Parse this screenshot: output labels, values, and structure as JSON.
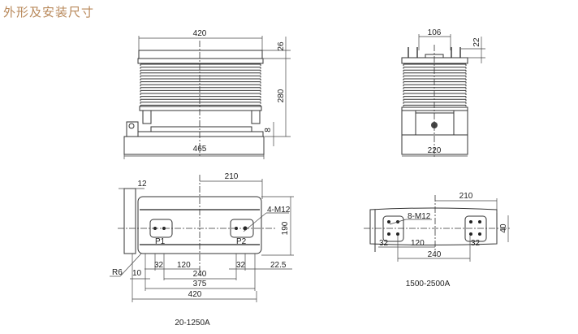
{
  "title": "外形及安装尺寸",
  "front_view": {
    "width_top": "420",
    "width_base": "465",
    "cap_height": "26",
    "body_height": "280",
    "base_offset": "8"
  },
  "side_view": {
    "terminal_spacing": "106",
    "terminal_height": "22",
    "base_width": "220"
  },
  "plan_small": {
    "half_span": "210",
    "edge": "12",
    "bolt_label": "4-M12",
    "depth": "190",
    "radius": "R6",
    "d10": "10",
    "d32_left": "32",
    "d120": "120",
    "d32_right": "32",
    "d22_5": "22.5",
    "d240": "240",
    "d375": "375",
    "d420": "420",
    "p1": "P1",
    "p2": "P2",
    "caption": "20-1250A"
  },
  "plan_large": {
    "half_span": "210",
    "bolt_label": "8-M12",
    "d40": "40",
    "d32_left": "32",
    "d120": "120",
    "d32_right": "32",
    "d240": "240",
    "caption": "1500-2500A"
  }
}
